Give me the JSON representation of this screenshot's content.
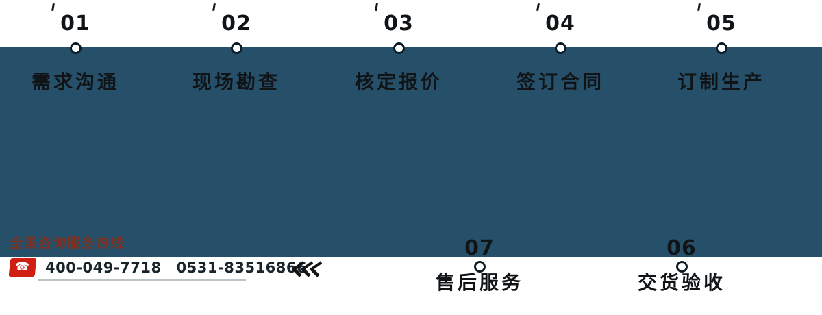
{
  "colors": {
    "page_bg": "#ffffff",
    "band": "#26506a",
    "text_dark": "#101417",
    "hotline_label": "#7e3020",
    "phone_red": "#d01f12",
    "underline": "#bcc4c8"
  },
  "process": {
    "top_steps": [
      {
        "number": "01",
        "label": "需求沟通"
      },
      {
        "number": "02",
        "label": "现场勘查"
      },
      {
        "number": "03",
        "label": "核定报价"
      },
      {
        "number": "04",
        "label": "签订合同"
      },
      {
        "number": "05",
        "label": "订制生产"
      }
    ],
    "bottom_steps": [
      {
        "number": "07",
        "label": "售后服务"
      },
      {
        "number": "06",
        "label": "交货验收"
      }
    ]
  },
  "hotline": {
    "label": "全国咨询服务热线",
    "phone_icon_glyph": "☎",
    "numbers": [
      "400-049-7718",
      "0531-83516866"
    ]
  }
}
